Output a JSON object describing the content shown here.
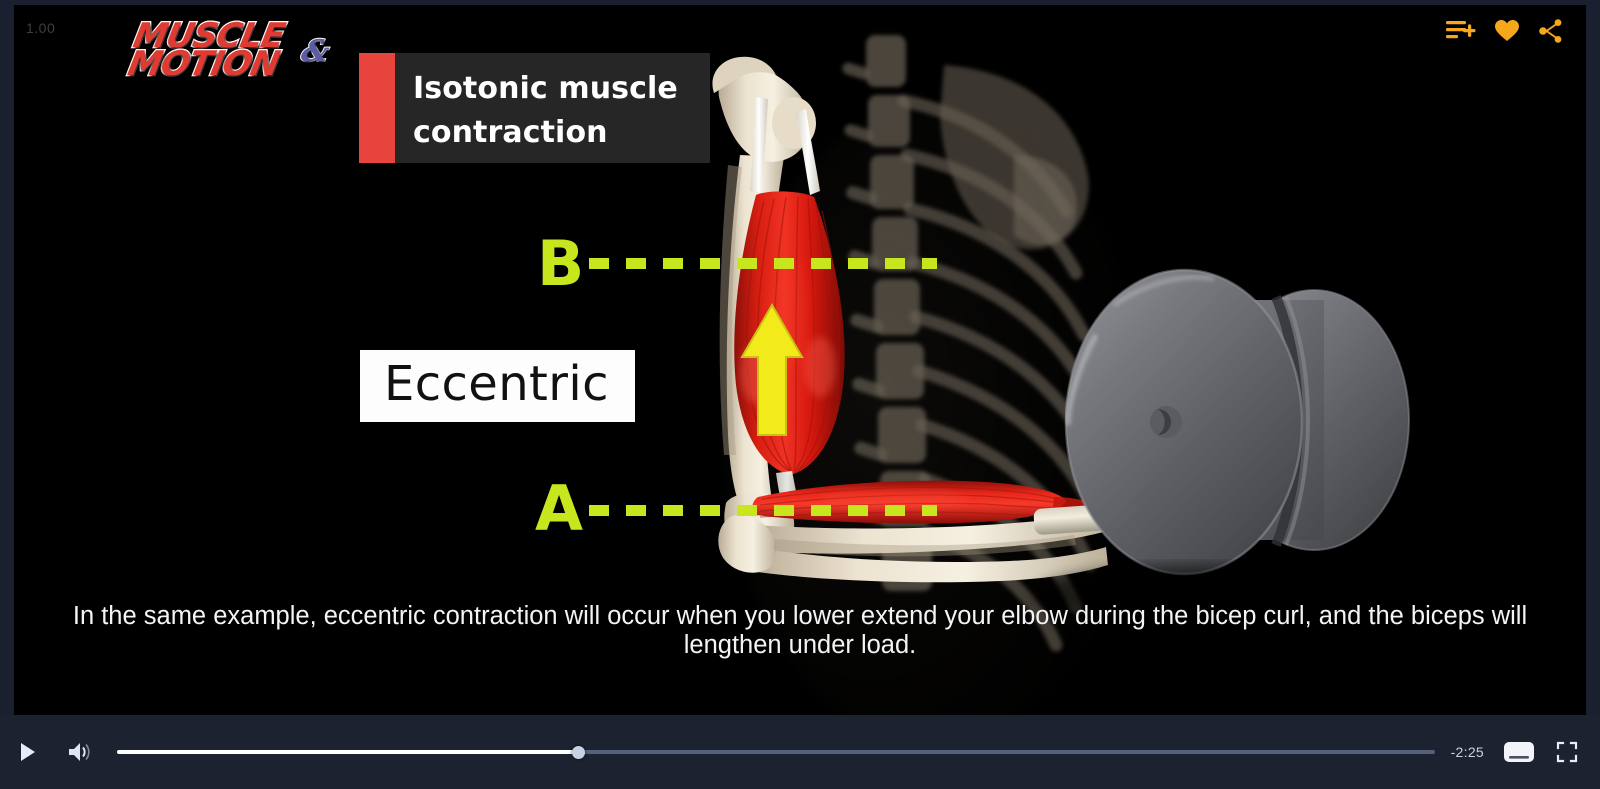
{
  "player": {
    "speed_indicator": "1.00",
    "time_remaining": "-2:25",
    "progress_percent": 35,
    "icons": {
      "play": "play-icon",
      "volume": "volume-on-icon",
      "captions": "captions-icon",
      "fullscreen": "fullscreen-icon",
      "scrubber": "progress-handle"
    }
  },
  "brand": {
    "logo_line1": "MUSCLE",
    "logo_line2": "MOTION",
    "logo_ampersand": "&",
    "logo_red": "#e5332a",
    "logo_purple": "#5b5ba8"
  },
  "title_card": {
    "accent_color": "#e8443e",
    "line1": "Isotonic muscle",
    "line2": "contraction"
  },
  "overlay": {
    "marker_b": "B",
    "marker_a": "A",
    "marker_color": "#c8e61e",
    "phase_label": "Eccentric",
    "arrow_direction": "up",
    "arrow_color": "#f2ea1a"
  },
  "caption": {
    "text": "In the same example, eccentric contraction will occur when you lower extend your elbow during the bicep curl, and the biceps will lengthen under load."
  },
  "top_actions": {
    "add_to_playlist": "playlist-add-icon",
    "favorite": "heart-icon",
    "share": "share-icon",
    "color": "#f5a81c"
  }
}
